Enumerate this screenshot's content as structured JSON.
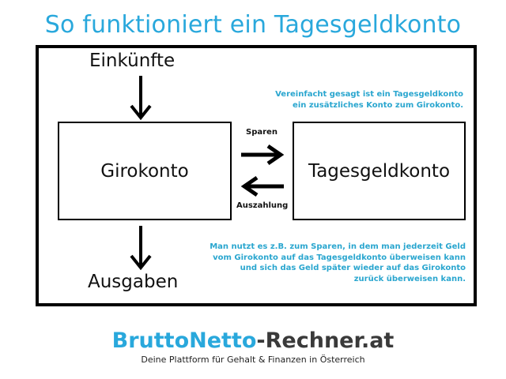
{
  "title": "So funktioniert ein Tagesgeldkonto",
  "diagram": {
    "income_label": "Einkünfte",
    "expenses_label": "Ausgaben",
    "girokonto": "Girokonto",
    "tagesgeldkonto": "Tagesgeldkonto",
    "arrow_right_label": "Sparen",
    "arrow_left_label": "Auszahlung",
    "note_top": "Vereinfacht gesagt ist ein Tagesgeldkonto\nein zusätzliches Konto zum Girokonto.",
    "note_bottom": "Man nutzt es z.B. zum Sparen, in dem man jederzeit Geld\nvom Girokonto auf das Tagesgeldkonto überweisen kann\nund sich das Geld später wieder auf das Girokonto\nzurück überweisen kann.",
    "icons": {
      "down_arrow_top": "arrow-down-icon",
      "down_arrow_bottom": "arrow-down-icon",
      "right_arrow": "arrow-right-icon",
      "left_arrow": "arrow-left-icon"
    }
  },
  "branding": {
    "logo_part1": "BruttoNetto",
    "logo_part2": "-Rechner.at",
    "tagline": "Deine Plattform für Gehalt & Finanzen in Österreich"
  },
  "colors": {
    "accent": "#29a8dc",
    "note_text": "#2aa6cf",
    "frame": "#000000",
    "logo_dark": "#3a3a3a"
  }
}
